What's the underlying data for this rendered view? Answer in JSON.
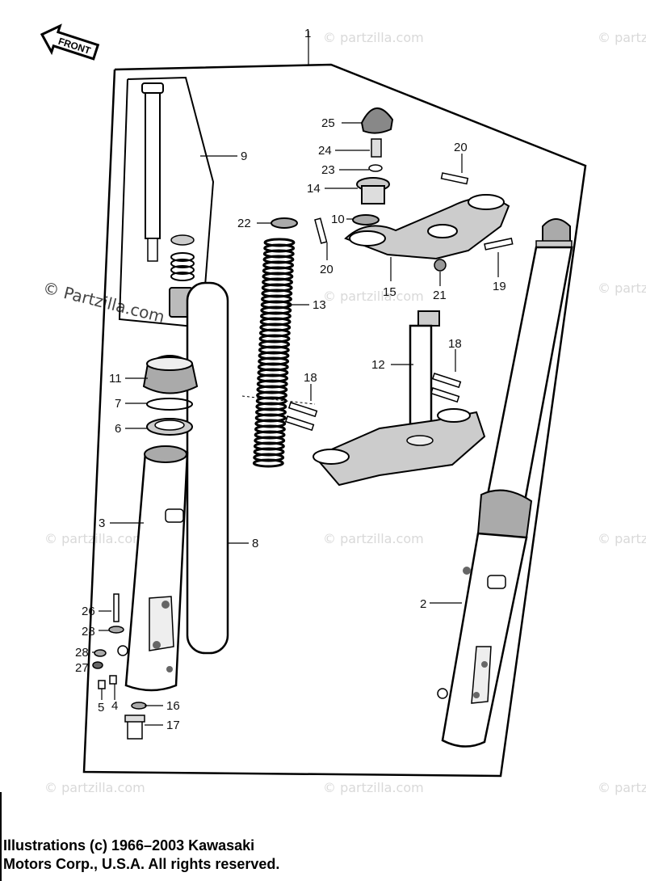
{
  "diagram": {
    "front_label": "FRONT",
    "callouts": [
      "1",
      "2",
      "3",
      "4",
      "5",
      "6",
      "7",
      "8",
      "9",
      "10",
      "11",
      "12",
      "13",
      "14",
      "15",
      "16",
      "17",
      "18",
      "18",
      "19",
      "20",
      "20",
      "21",
      "22",
      "23",
      "24",
      "25",
      "26",
      "27",
      "28",
      "28"
    ],
    "watermark_text": "© Partzilla.com",
    "watermark_small": "© partzilla.com"
  },
  "footer": {
    "line1": "Illustrations (c) 1966–2003 Kawasaki",
    "line2": "Motors Corp., U.S.A.  All rights reserved."
  }
}
